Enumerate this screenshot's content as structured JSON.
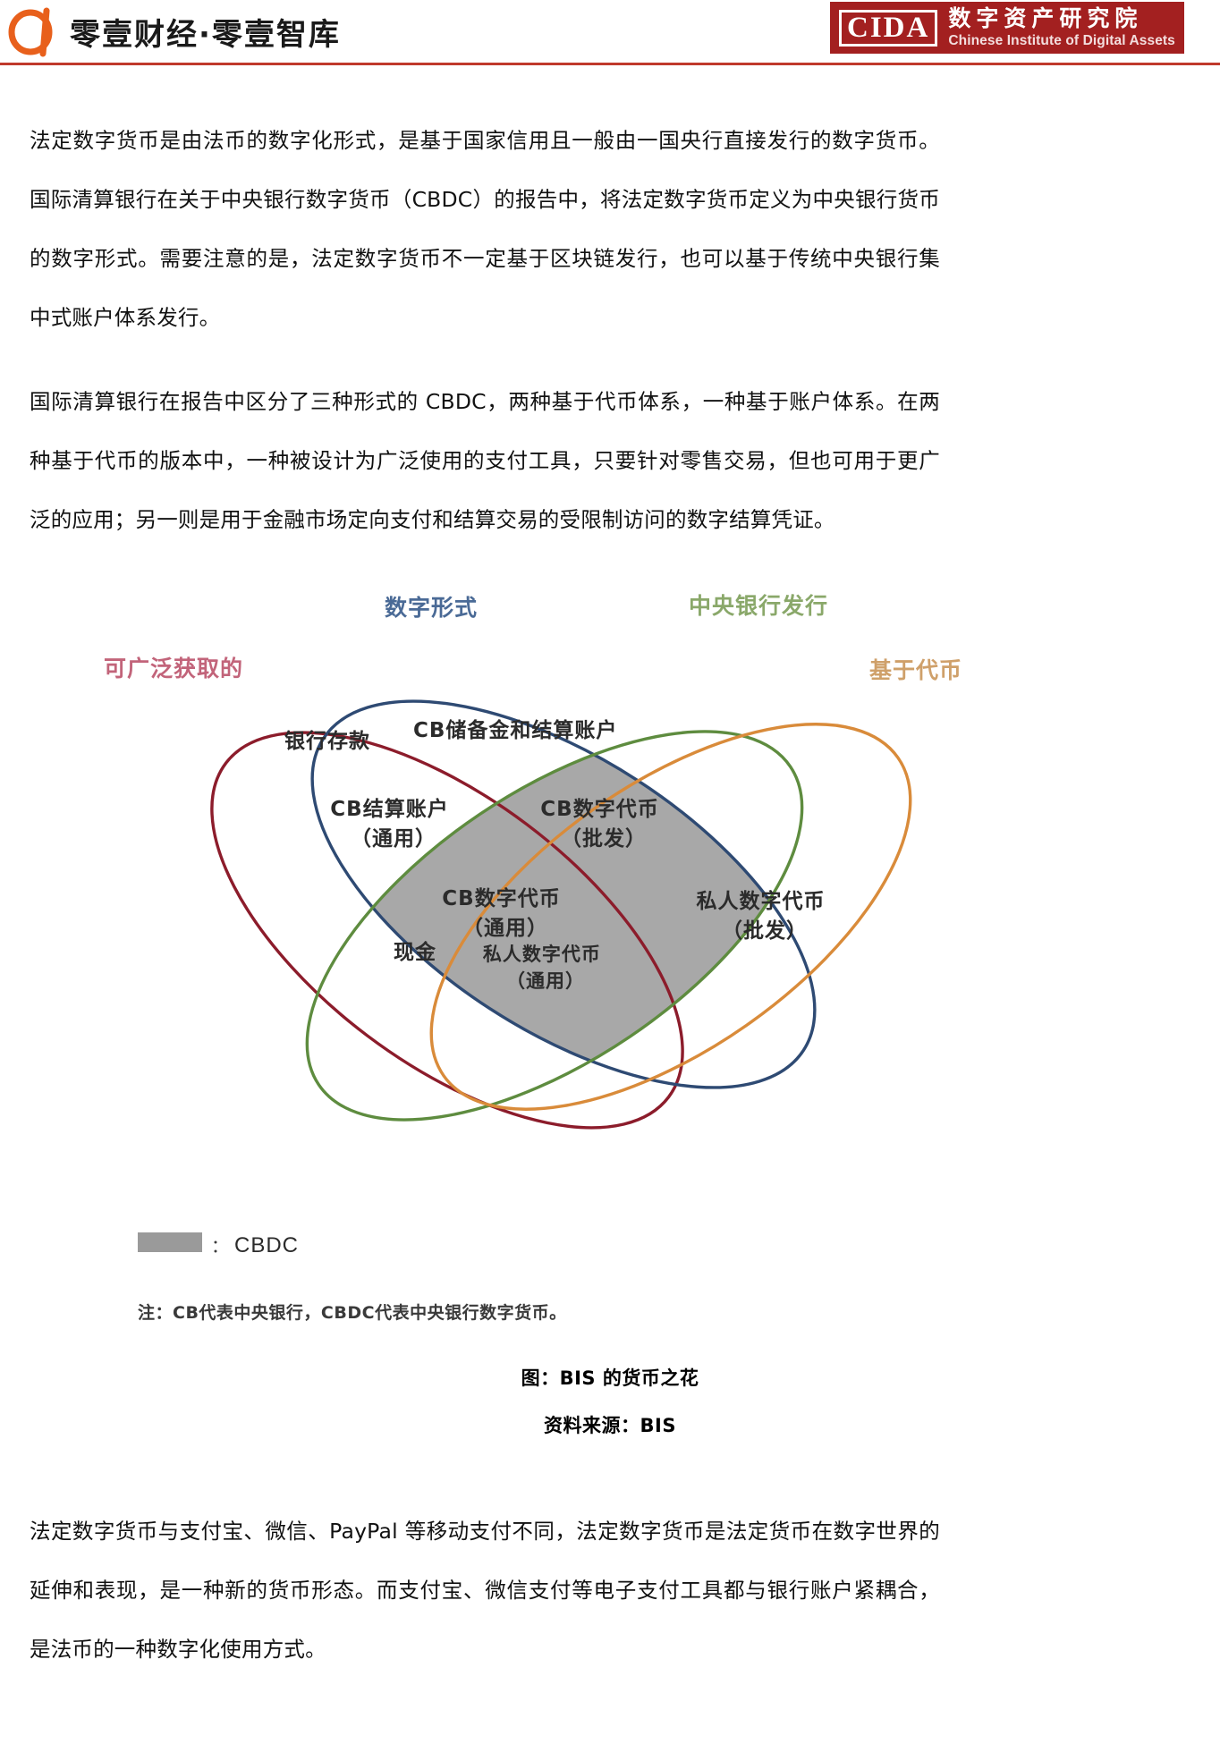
{
  "header": {
    "brand_name": "零壹财经·零壹智库",
    "logo_mark": "alpha-logo",
    "partner": {
      "acronym": "CIDA",
      "name_cn": "数字资产研究院",
      "name_en": "Chinese Institute of Digital Assets",
      "brand_color": "#a32020"
    }
  },
  "body": {
    "paragraph_1": "法定数字货币是由法币的数字化形式，是基于国家信用且一般由一国央行直接发行的数字货币。国际清算银行在关于中央银行数字货币（CBDC）的报告中，将法定数字货币定义为中央银行货币的数字形式。需要注意的是，法定数字货币不一定基于区块链发行，也可以基于传统中央银行集中式账户体系发行。",
    "paragraph_2": "国际清算银行在报告中区分了三种形式的 CBDC，两种基于代币体系，一种基于账户体系。在两种基于代币的版本中，一种被设计为广泛使用的支付工具，只要针对零售交易，但也可用于更广泛的应用；另一则是用于金融市场定向支付和结算交易的受限制访问的数字结算凭证。",
    "paragraph_3": "法定数字货币与支付宝、微信、PayPal 等移动支付不同，法定数字货币是法定货币在数字世界的延伸和表现，是一种新的货币形态。而支付宝、微信支付等电子支付工具都与银行账户紧耦合，是法币的一种数字化使用方式。"
  },
  "figure": {
    "caption": "图：BIS 的货币之花",
    "source": "资料来源：BIS",
    "note": "注：CB代表中央银行，CBDC代表中央银行数字货币。",
    "legend": {
      "swatch_color": "#9a9a9a",
      "separator": "：",
      "label": "CBDC"
    },
    "chart_data": {
      "type": "venn",
      "title": "图：BIS 的货币之花",
      "sets": [
        {
          "id": "widely-accessible",
          "label": "可广泛获取的",
          "color": "#8c1c2b"
        },
        {
          "id": "digital",
          "label": "数字形式",
          "color": "#2e4a73"
        },
        {
          "id": "central-bank-issued",
          "label": "中央银行发行",
          "color": "#5e8c3f"
        },
        {
          "id": "token-based",
          "label": "基于代币",
          "color": "#d98b3a"
        }
      ],
      "regions": [
        {
          "label": "银行存款",
          "sets": [
            "widely-accessible",
            "digital"
          ],
          "shaded": false
        },
        {
          "label": "CB储备金和结算账户",
          "sets": [
            "digital",
            "central-bank-issued"
          ],
          "shaded": true
        },
        {
          "label": "CB结算账户（通用）",
          "line1": "CB结算账户",
          "line2": "（通用）",
          "sets": [
            "widely-accessible",
            "digital",
            "central-bank-issued"
          ],
          "shaded": true
        },
        {
          "label": "CB数字代币（批发）",
          "line1": "CB数字代币",
          "line2": "（批发）",
          "sets": [
            "digital",
            "central-bank-issued",
            "token-based"
          ],
          "shaded": true
        },
        {
          "label": "CB数字代币（通用）",
          "line1": "CB数字代币",
          "line2": "（通用）",
          "sets": [
            "widely-accessible",
            "digital",
            "central-bank-issued",
            "token-based"
          ],
          "shaded": true
        },
        {
          "label": "私人数字代币（批发）",
          "line1": "私人数字代币",
          "line2": "（批发）",
          "sets": [
            "digital",
            "token-based"
          ],
          "shaded": false
        },
        {
          "label": "私人数字代币（通用）",
          "line1": "私人数字代币",
          "line2": "（通用）",
          "sets": [
            "widely-accessible",
            "digital",
            "token-based"
          ],
          "shaded": false
        },
        {
          "label": "现金",
          "sets": [
            "widely-accessible",
            "central-bank-issued",
            "token-based"
          ],
          "shaded": false
        }
      ],
      "shaded_fill": "#a8a8a8",
      "legend_note": "灰色区域为 CBDC"
    }
  }
}
